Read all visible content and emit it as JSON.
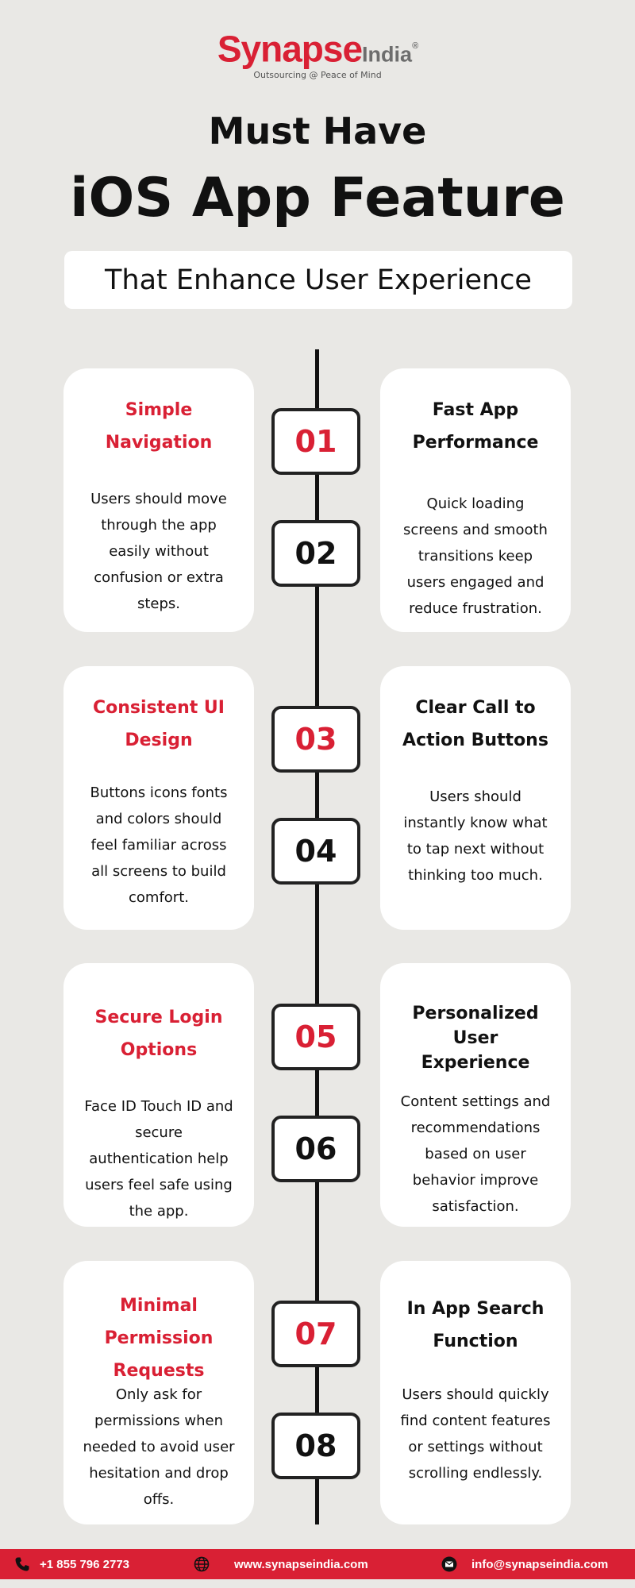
{
  "brand": {
    "name_main": "Synapse",
    "name_suffix": "India",
    "registered": "®",
    "tagline": "Outsourcing @ Peace of Mind"
  },
  "header": {
    "title_line1": "Must Have",
    "title_line2": "iOS App Feature",
    "subtitle": "That Enhance User Experience"
  },
  "features": [
    {
      "number": "01",
      "title_line1": "Simple",
      "title_line2": "Navigation",
      "desc": "Users should move through the app easily without confusion or extra steps."
    },
    {
      "number": "02",
      "title_line1": "Fast App",
      "title_line2": "Performance",
      "desc": "Quick loading screens and smooth transitions keep users engaged and reduce frustration."
    },
    {
      "number": "03",
      "title_line1": "Consistent UI",
      "title_line2": "Design",
      "desc": "Buttons icons fonts and colors should feel familiar across all screens to build comfort."
    },
    {
      "number": "04",
      "title_line1": "Clear Call to",
      "title_line2": "Action Buttons",
      "desc": "Users should instantly know what to tap next without thinking too much."
    },
    {
      "number": "05",
      "title_line1": "Secure Login",
      "title_line2": "Options",
      "desc": "Face ID Touch ID and secure authentication help users feel safe using the app."
    },
    {
      "number": "06",
      "title_line1": "Personalized User",
      "title_line2": "Experience",
      "desc": "Content settings and recommendations based on user behavior improve satisfaction."
    },
    {
      "number": "07",
      "title_line1": "Minimal Permission",
      "title_line2": "Requests",
      "desc": "Only ask for permissions when needed to avoid user hesitation and drop offs."
    },
    {
      "number": "08",
      "title_line1": "In App Search",
      "title_line2": "Function",
      "desc": "Users should quickly find content features or settings without scrolling endlessly."
    }
  ],
  "footer": {
    "phone": "+1 855 796 2773",
    "website": "www.synapseindia.com",
    "email": "info@synapseindia.com",
    "phone_icon": "phone-icon",
    "globe_icon": "globe-icon",
    "mail_icon": "mail-icon"
  },
  "colors": {
    "accent": "#d92034",
    "background": "#e9e8e5",
    "card": "#ffffff",
    "text": "#111111"
  }
}
